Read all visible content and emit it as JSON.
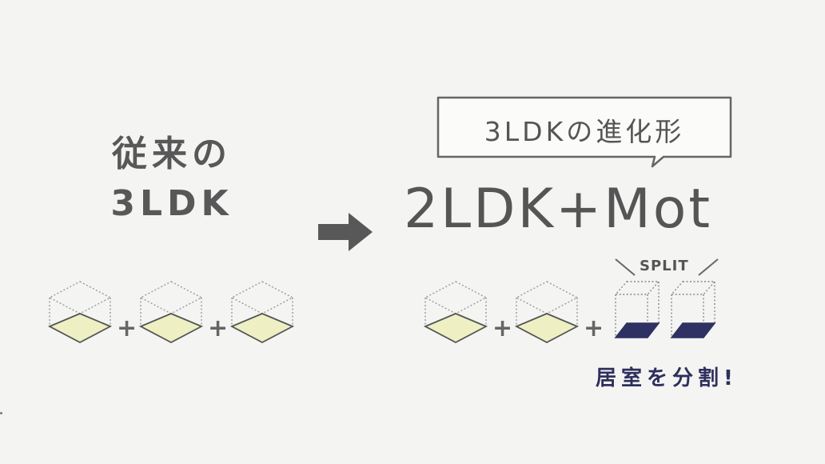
{
  "left": {
    "title_line1": "従来の",
    "title_line2": "3LDK"
  },
  "right": {
    "callout": "3LDKの進化形",
    "title": "2LDK+Mot",
    "split_label": "SPLIT",
    "caption": "居室を分割!"
  },
  "plus_sign": "+",
  "icons": {
    "room_icon": "cube-room-icon",
    "split_room_icon": "split-cube-room-icon",
    "arrow_icon": "right-arrow-icon"
  },
  "colors": {
    "background": "#f4f4f3",
    "text": "#555555",
    "room_floor": "#eef0c4",
    "split_floor": "#2f3163",
    "arrow": "#585858"
  }
}
